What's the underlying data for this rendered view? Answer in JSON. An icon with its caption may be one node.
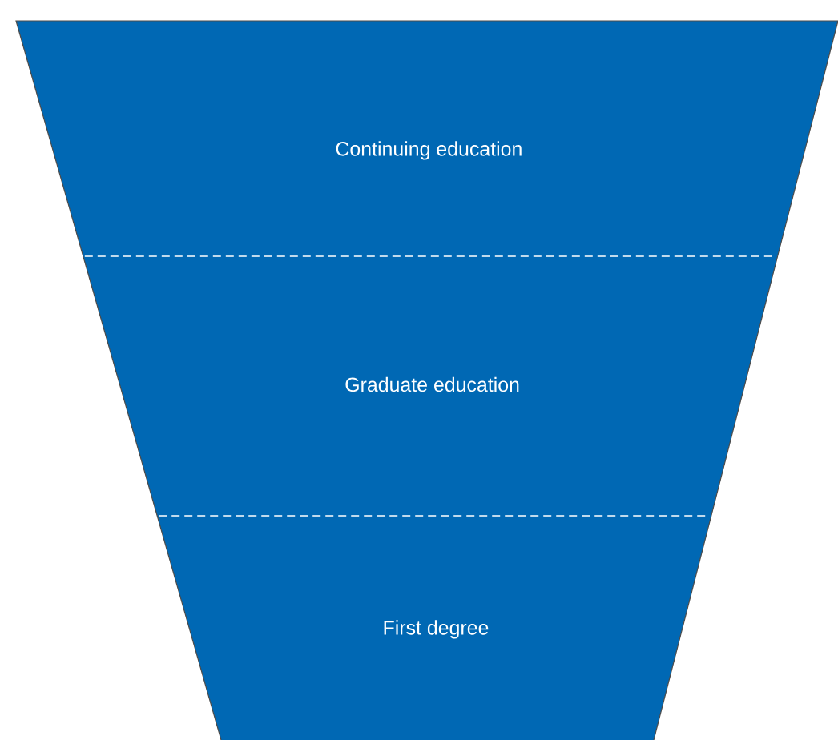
{
  "diagram": {
    "nodes": [
      {
        "text": [
          "Continuing education"
        ]
      },
      {
        "text": [
          "Graduate education"
        ]
      },
      {
        "text": [
          "First degree"
        ]
      }
    ]
  }
}
